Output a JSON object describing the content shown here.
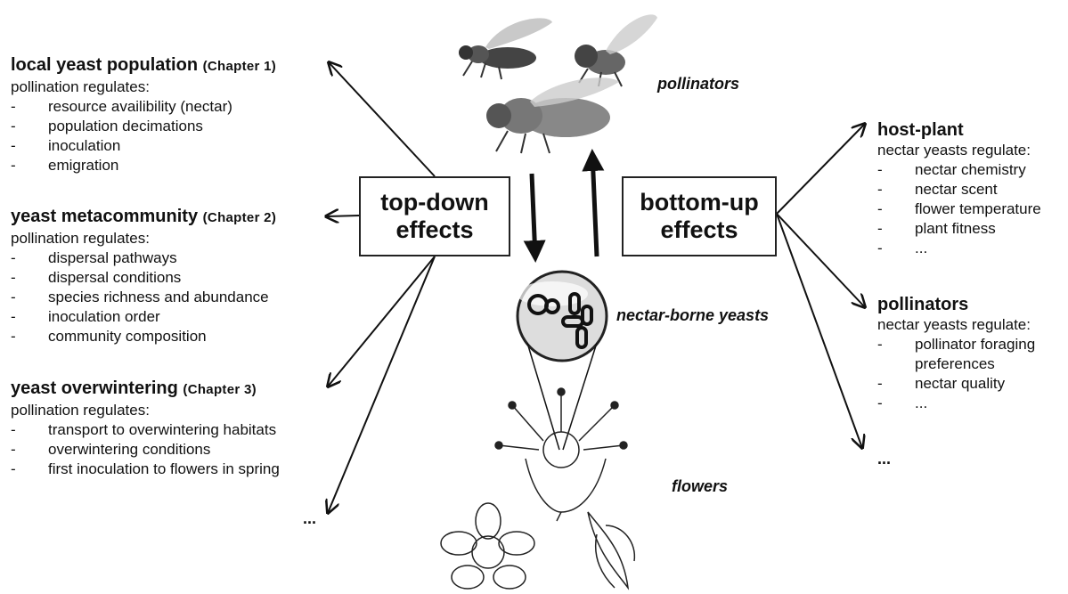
{
  "left_blocks": [
    {
      "title": "local yeast population",
      "chapter": "(Chapter 1)",
      "subtitle": "pollination regulates:",
      "items": [
        "resource availibility (nectar)",
        "population decimations",
        "inoculation",
        "emigration"
      ]
    },
    {
      "title": "yeast metacommunity",
      "chapter": "(Chapter 2)",
      "subtitle": "pollination regulates:",
      "items": [
        "dispersal pathways",
        "dispersal conditions",
        "species richness and abundance",
        "inoculation order",
        "community composition"
      ]
    },
    {
      "title": "yeast overwintering",
      "chapter": "(Chapter 3)",
      "subtitle": "pollination regulates:",
      "items": [
        "transport to overwintering habitats",
        "overwintering conditions",
        "first inoculation to flowers in spring"
      ]
    }
  ],
  "right_blocks": [
    {
      "title": "host-plant",
      "subtitle": "nectar yeasts regulate:",
      "items": [
        "nectar chemistry",
        "nectar scent",
        "flower temperature",
        "plant fitness",
        "..."
      ]
    },
    {
      "title": "pollinators",
      "subtitle": "nectar yeasts regulate:",
      "items": [
        "pollinator foraging",
        "preferences",
        "nectar quality",
        "..."
      ]
    }
  ],
  "boxes": {
    "top_down": [
      "top-down",
      "effects"
    ],
    "bottom_up": [
      "bottom-up",
      "effects"
    ]
  },
  "labels": {
    "pollinators": "pollinators",
    "yeasts": "nectar-borne yeasts",
    "flowers": "flowers"
  },
  "ellipsis_left": "...",
  "ellipsis_right": "...",
  "dash": "-"
}
